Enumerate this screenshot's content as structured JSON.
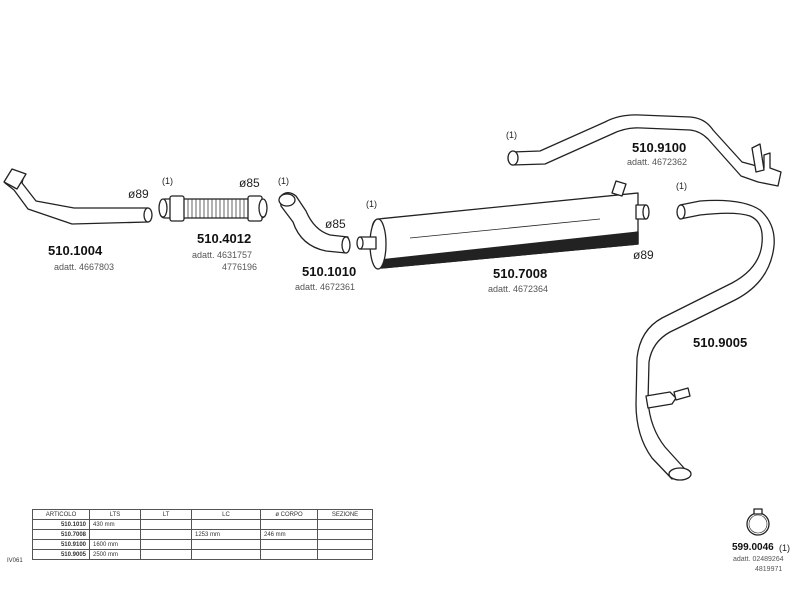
{
  "parts": {
    "p1004": {
      "code": "510.1004",
      "adatt": "adatt. 4667803",
      "dia": "ø89"
    },
    "p4012": {
      "code": "510.4012",
      "note": "(1)",
      "adatt1": "adatt. 4631757",
      "adatt2": "4776196",
      "dia": "ø85"
    },
    "p1010": {
      "code": "510.1010",
      "note": "(1)",
      "adatt": "adatt. 4672361",
      "dia": "ø85"
    },
    "p7008": {
      "code": "510.7008",
      "note": "(1)",
      "adatt": "adatt. 4672364",
      "dia": "ø89"
    },
    "p9100": {
      "code": "510.9100",
      "note": "(1)",
      "adatt": "adatt. 4672362"
    },
    "p9005": {
      "code": "510.9005",
      "note": "(1)"
    },
    "p0046": {
      "code": "599.0046",
      "note": "(1)",
      "adatt1": "adatt. 02489264",
      "adatt2": "4819971"
    }
  },
  "table": {
    "headers": [
      "ARTICOLO",
      "LTS",
      "LT",
      "LC",
      "ø CORPO",
      "SEZIONE"
    ],
    "side_label": "IV061",
    "rows": [
      [
        "510.1010",
        "430 mm",
        "",
        "",
        "",
        ""
      ],
      [
        "510.7008",
        "",
        "",
        "1253 mm",
        "246 mm",
        ""
      ],
      [
        "510.9100",
        "1600 mm",
        "",
        "",
        "",
        ""
      ],
      [
        "510.9005",
        "2500 mm",
        "",
        "",
        "",
        ""
      ]
    ]
  }
}
